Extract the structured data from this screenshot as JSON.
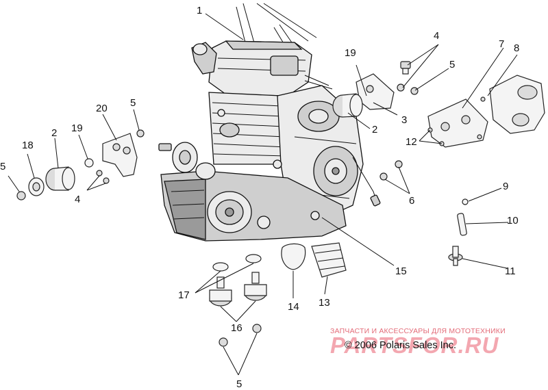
{
  "callouts": {
    "c1": "1",
    "c2a": "2",
    "c2b": "2",
    "c3": "3",
    "c4a": "4",
    "c4b": "4",
    "c5a": "5",
    "c5b": "5",
    "c5c": "5",
    "c5d": "5",
    "c6": "6",
    "c7": "7",
    "c8": "8",
    "c9": "9",
    "c10": "10",
    "c11": "11",
    "c12": "12",
    "c13": "13",
    "c14": "14",
    "c15": "15",
    "c16": "16",
    "c17": "17",
    "c18": "18",
    "c19a": "19",
    "c19b": "19",
    "c20": "20"
  },
  "watermark": {
    "tagline": "ЗАПЧАСТИ И АКСЕССУАРЫ ДЛЯ МОТОТЕХНИКИ",
    "logo": "PARTSFOR.RU"
  },
  "copyright": "© 2006 Polaris Sales Inc."
}
